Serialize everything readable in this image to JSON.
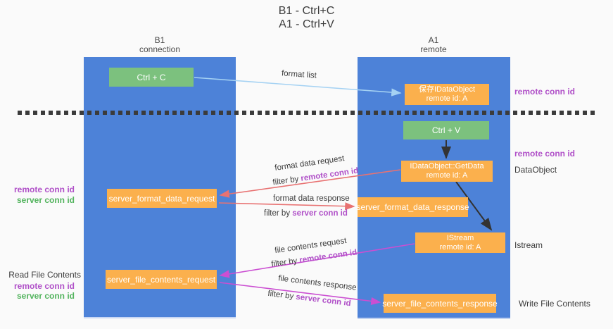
{
  "title": {
    "line1": "B1 - Ctrl+C",
    "line2": "A1 - Ctrl+V"
  },
  "columns": {
    "left": {
      "name": "B1",
      "role": "connection"
    },
    "right": {
      "name": "A1",
      "role": "remote"
    }
  },
  "nodes": {
    "ctrl_c": "Ctrl + C",
    "ctrl_v": "Ctrl + V",
    "save_idataobject": {
      "line1": "保存IDataObject",
      "line2": "remote id: A"
    },
    "getdata": {
      "line1": "IDataObject::GetData",
      "line2": "remote id: A"
    },
    "istream": {
      "line1": "IStream",
      "line2": "remote id: A"
    },
    "format_request": "server_format_data_request",
    "format_response": "server_format_data_response",
    "file_request": "server_file_contents_request",
    "file_response": "server_file_contents_response"
  },
  "shared": {
    "remote_conn_id": "remote conn id",
    "server_conn_id": "server conn id",
    "filter_by": "filter by"
  },
  "side_labels": {
    "dataobject": "DataObject",
    "istream": "Istream",
    "read_file_contents": "Read File Contents",
    "write_file_contents": "Write File Contents"
  },
  "arrow_labels": {
    "format_list": "format list",
    "format_data_request": "format data request",
    "format_data_response": "format data response",
    "file_contents_request": "file contents request",
    "file_contents_response": "file contents response"
  },
  "colors": {
    "lifeline_blue": "#4d82d8",
    "node_green": "#7cc17e",
    "node_orange": "#fbb04d",
    "arrow_red": "#e87272",
    "arrow_magenta": "#cb4fd2",
    "arrow_lightblue": "#a5d2f3",
    "arrow_black": "#333333",
    "text_purple": "#b050c8",
    "text_green": "#53b45e"
  }
}
